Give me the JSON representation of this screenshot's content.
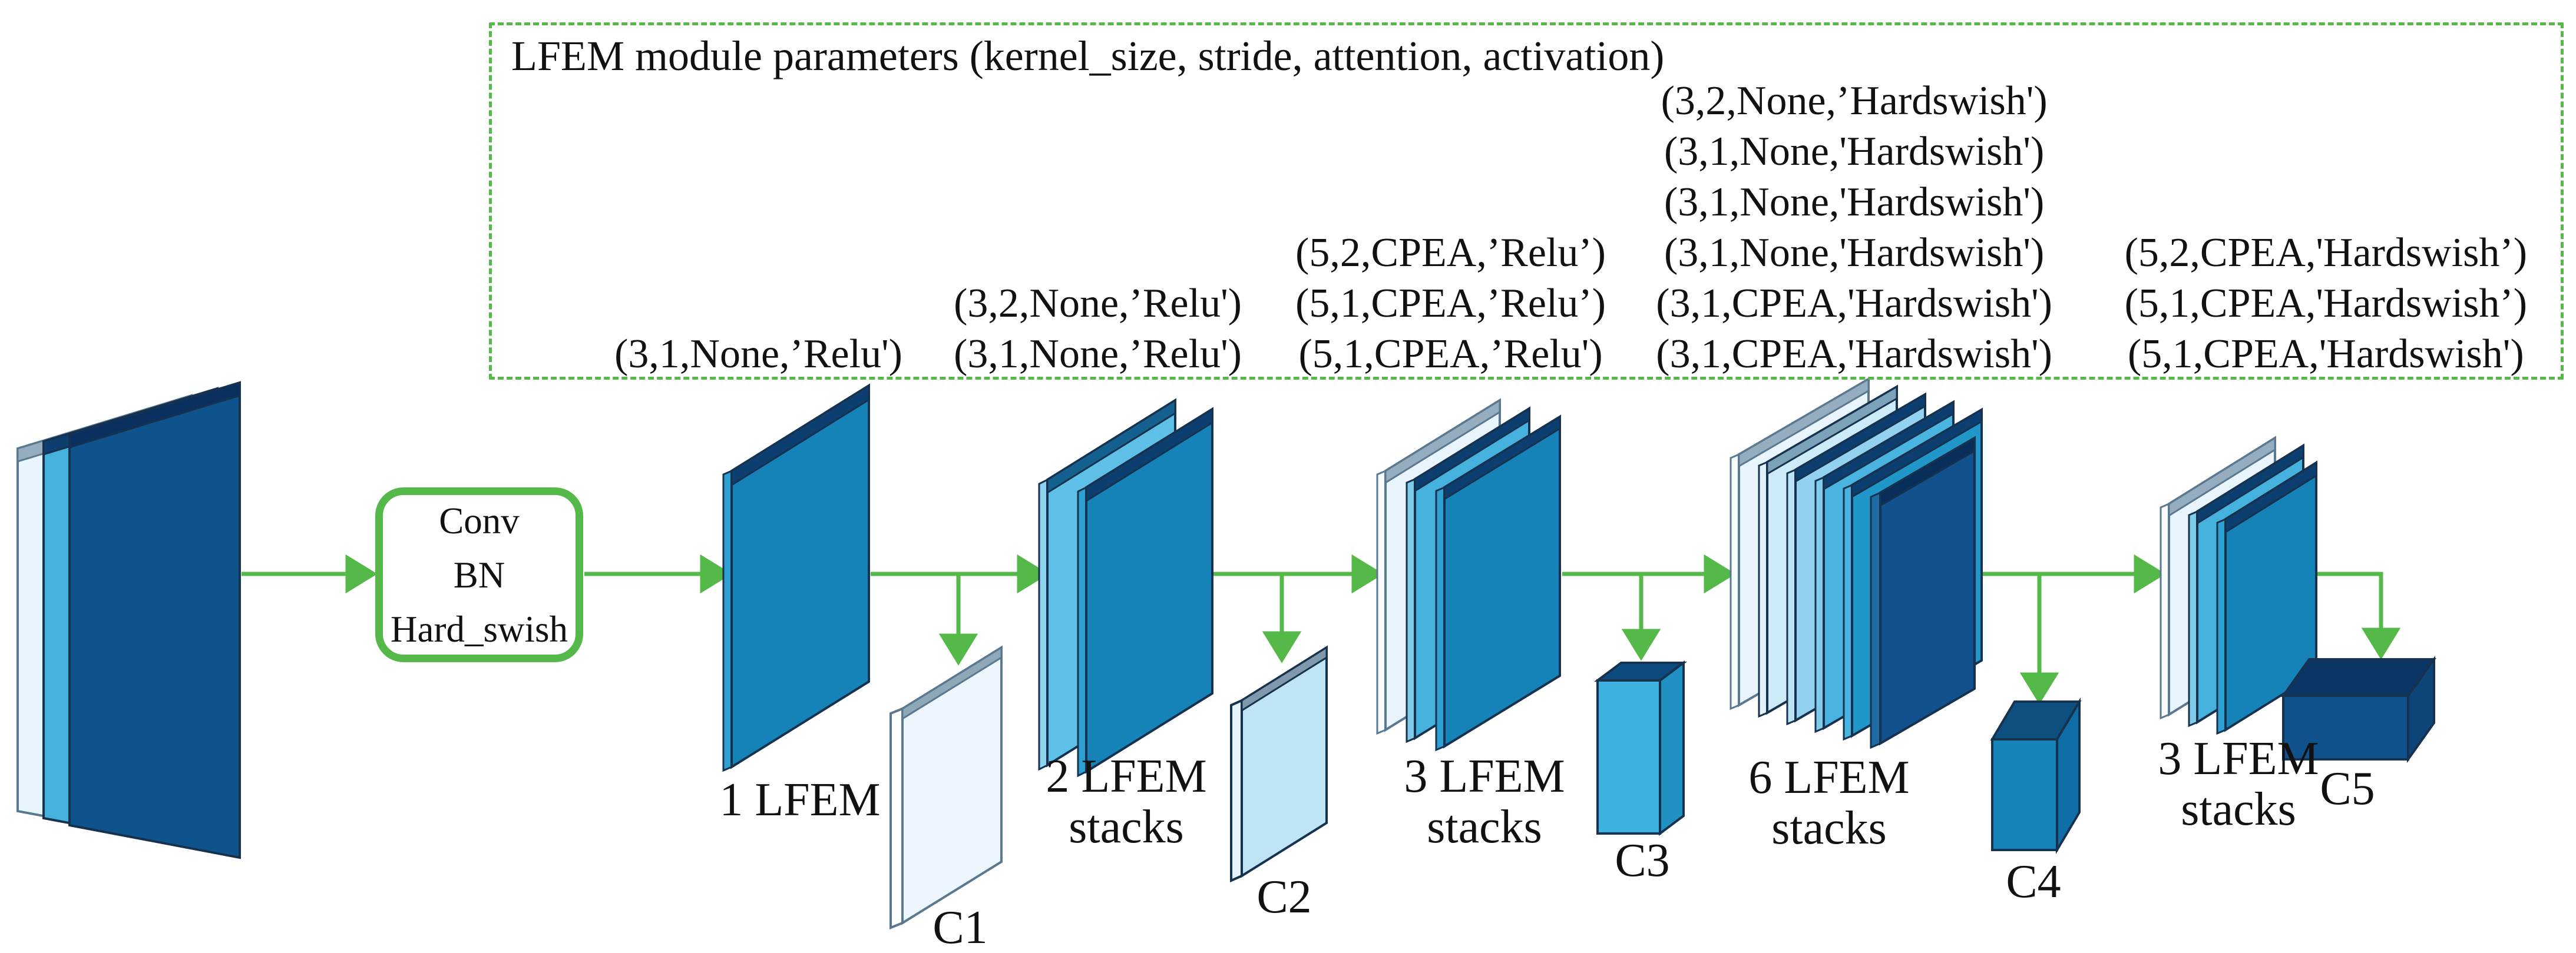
{
  "diagram": {
    "params_box": {
      "title": "LFEM module parameters (kernel_size, stride, attention, activation)",
      "columns": [
        [
          "(3,1,None,’Relu')"
        ],
        [
          "(3,2,None,’Relu')",
          "(3,1,None,’Relu')"
        ],
        [
          "(5,2,CPEA,’Relu’)",
          "(5,1,CPEA,’Relu’)",
          "(5,1,CPEA,’Relu')"
        ],
        [
          "(3,2,None,’Hardswish')",
          "(3,1,None,'Hardswish')",
          "(3,1,None,'Hardswish')",
          "(3,1,None,'Hardswish')",
          "(3,1,CPEA,'Hardswish')",
          "(3,1,CPEA,'Hardswish')"
        ],
        [
          "(5,2,CPEA,'Hardswish’)",
          "(5,1,CPEA,'Hardswish’)",
          "(5,1,CPEA,'Hardswish')"
        ]
      ]
    },
    "conv_block": {
      "lines": [
        "Conv",
        "BN",
        "Hard_swish"
      ]
    },
    "stages": [
      {
        "label_lines": [
          "1 LFEM"
        ]
      },
      {
        "label_lines": [
          "2 LFEM",
          "stacks"
        ]
      },
      {
        "label_lines": [
          "3 LFEM",
          "stacks"
        ]
      },
      {
        "label_lines": [
          "6 LFEM",
          "stacks"
        ]
      },
      {
        "label_lines": [
          "3 LFEM",
          "stacks"
        ]
      }
    ],
    "outputs": [
      {
        "label": "C1"
      },
      {
        "label": "C2"
      },
      {
        "label": "C3"
      },
      {
        "label": "C4"
      },
      {
        "label": "C5"
      }
    ],
    "colors": {
      "accent_green": "#54b948",
      "plate_pale": "#e9f5fc",
      "plate_light": "#bfe4f6",
      "plate_cyan": "#45b2de",
      "plate_blue": "#1583b8",
      "plate_navy": "#11518d",
      "edge_dark": "#16324f"
    }
  }
}
